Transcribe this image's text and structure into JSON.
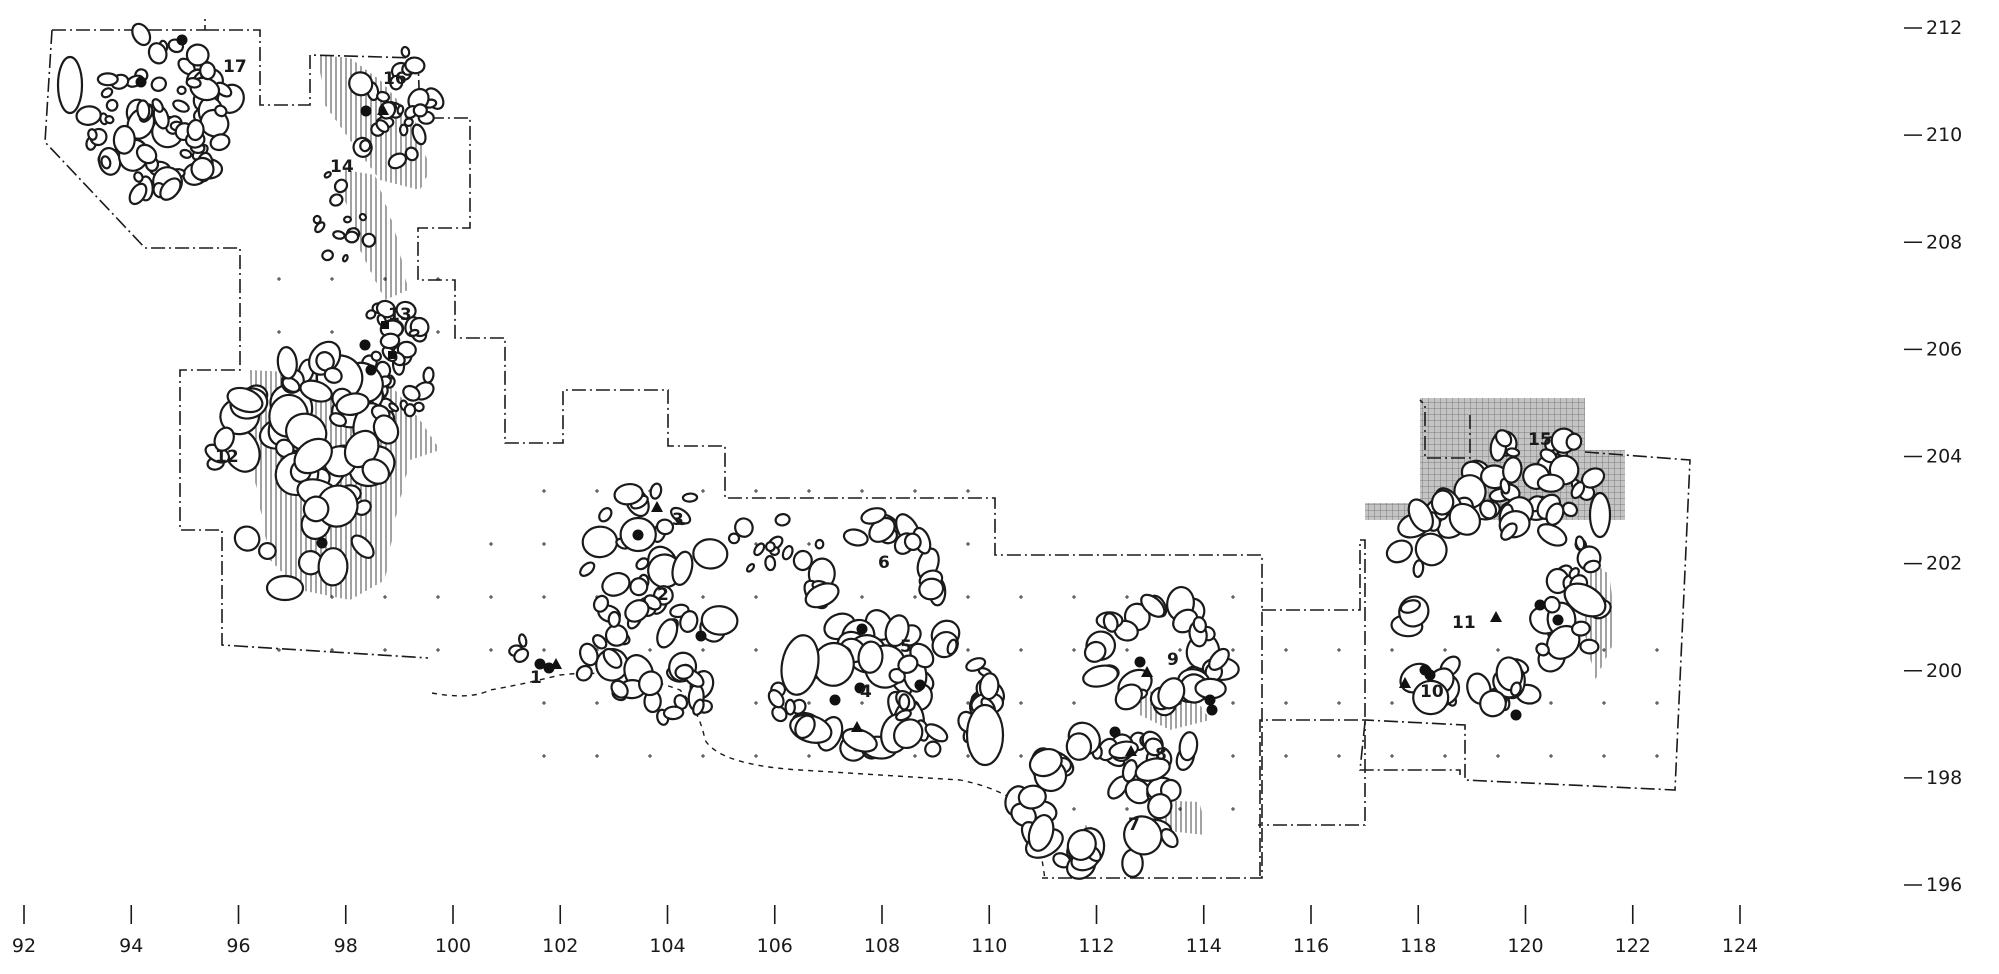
{
  "x_axis": {
    "ticks": [
      "92",
      "94",
      "96",
      "98",
      "100",
      "102",
      "104",
      "106",
      "108",
      "110",
      "112",
      "114",
      "116",
      "118",
      "120",
      "122",
      "124"
    ]
  },
  "y_axis": {
    "ticks": [
      "212",
      "210",
      "208",
      "206",
      "204",
      "202",
      "200",
      "198",
      "196"
    ]
  },
  "structures": [
    {
      "id": "1",
      "label": "1"
    },
    {
      "id": "2",
      "label": "2"
    },
    {
      "id": "3",
      "label": "3"
    },
    {
      "id": "4",
      "label": "4"
    },
    {
      "id": "5",
      "label": "5"
    },
    {
      "id": "6",
      "label": "6"
    },
    {
      "id": "7",
      "label": "7"
    },
    {
      "id": "8",
      "label": "8"
    },
    {
      "id": "9",
      "label": "9"
    },
    {
      "id": "10",
      "label": "10"
    },
    {
      "id": "11",
      "label": "11"
    },
    {
      "id": "12",
      "label": "12"
    },
    {
      "id": "13",
      "label": "13"
    },
    {
      "id": "14",
      "label": "14"
    },
    {
      "id": "15",
      "label": "15"
    },
    {
      "id": "16",
      "label": "16"
    },
    {
      "id": "17",
      "label": "17"
    }
  ],
  "colors": {
    "ink": "#1a1a1a",
    "hatch": "#555555",
    "crosshatch_fill": "#bdbdbd",
    "background": "#ffffff"
  }
}
